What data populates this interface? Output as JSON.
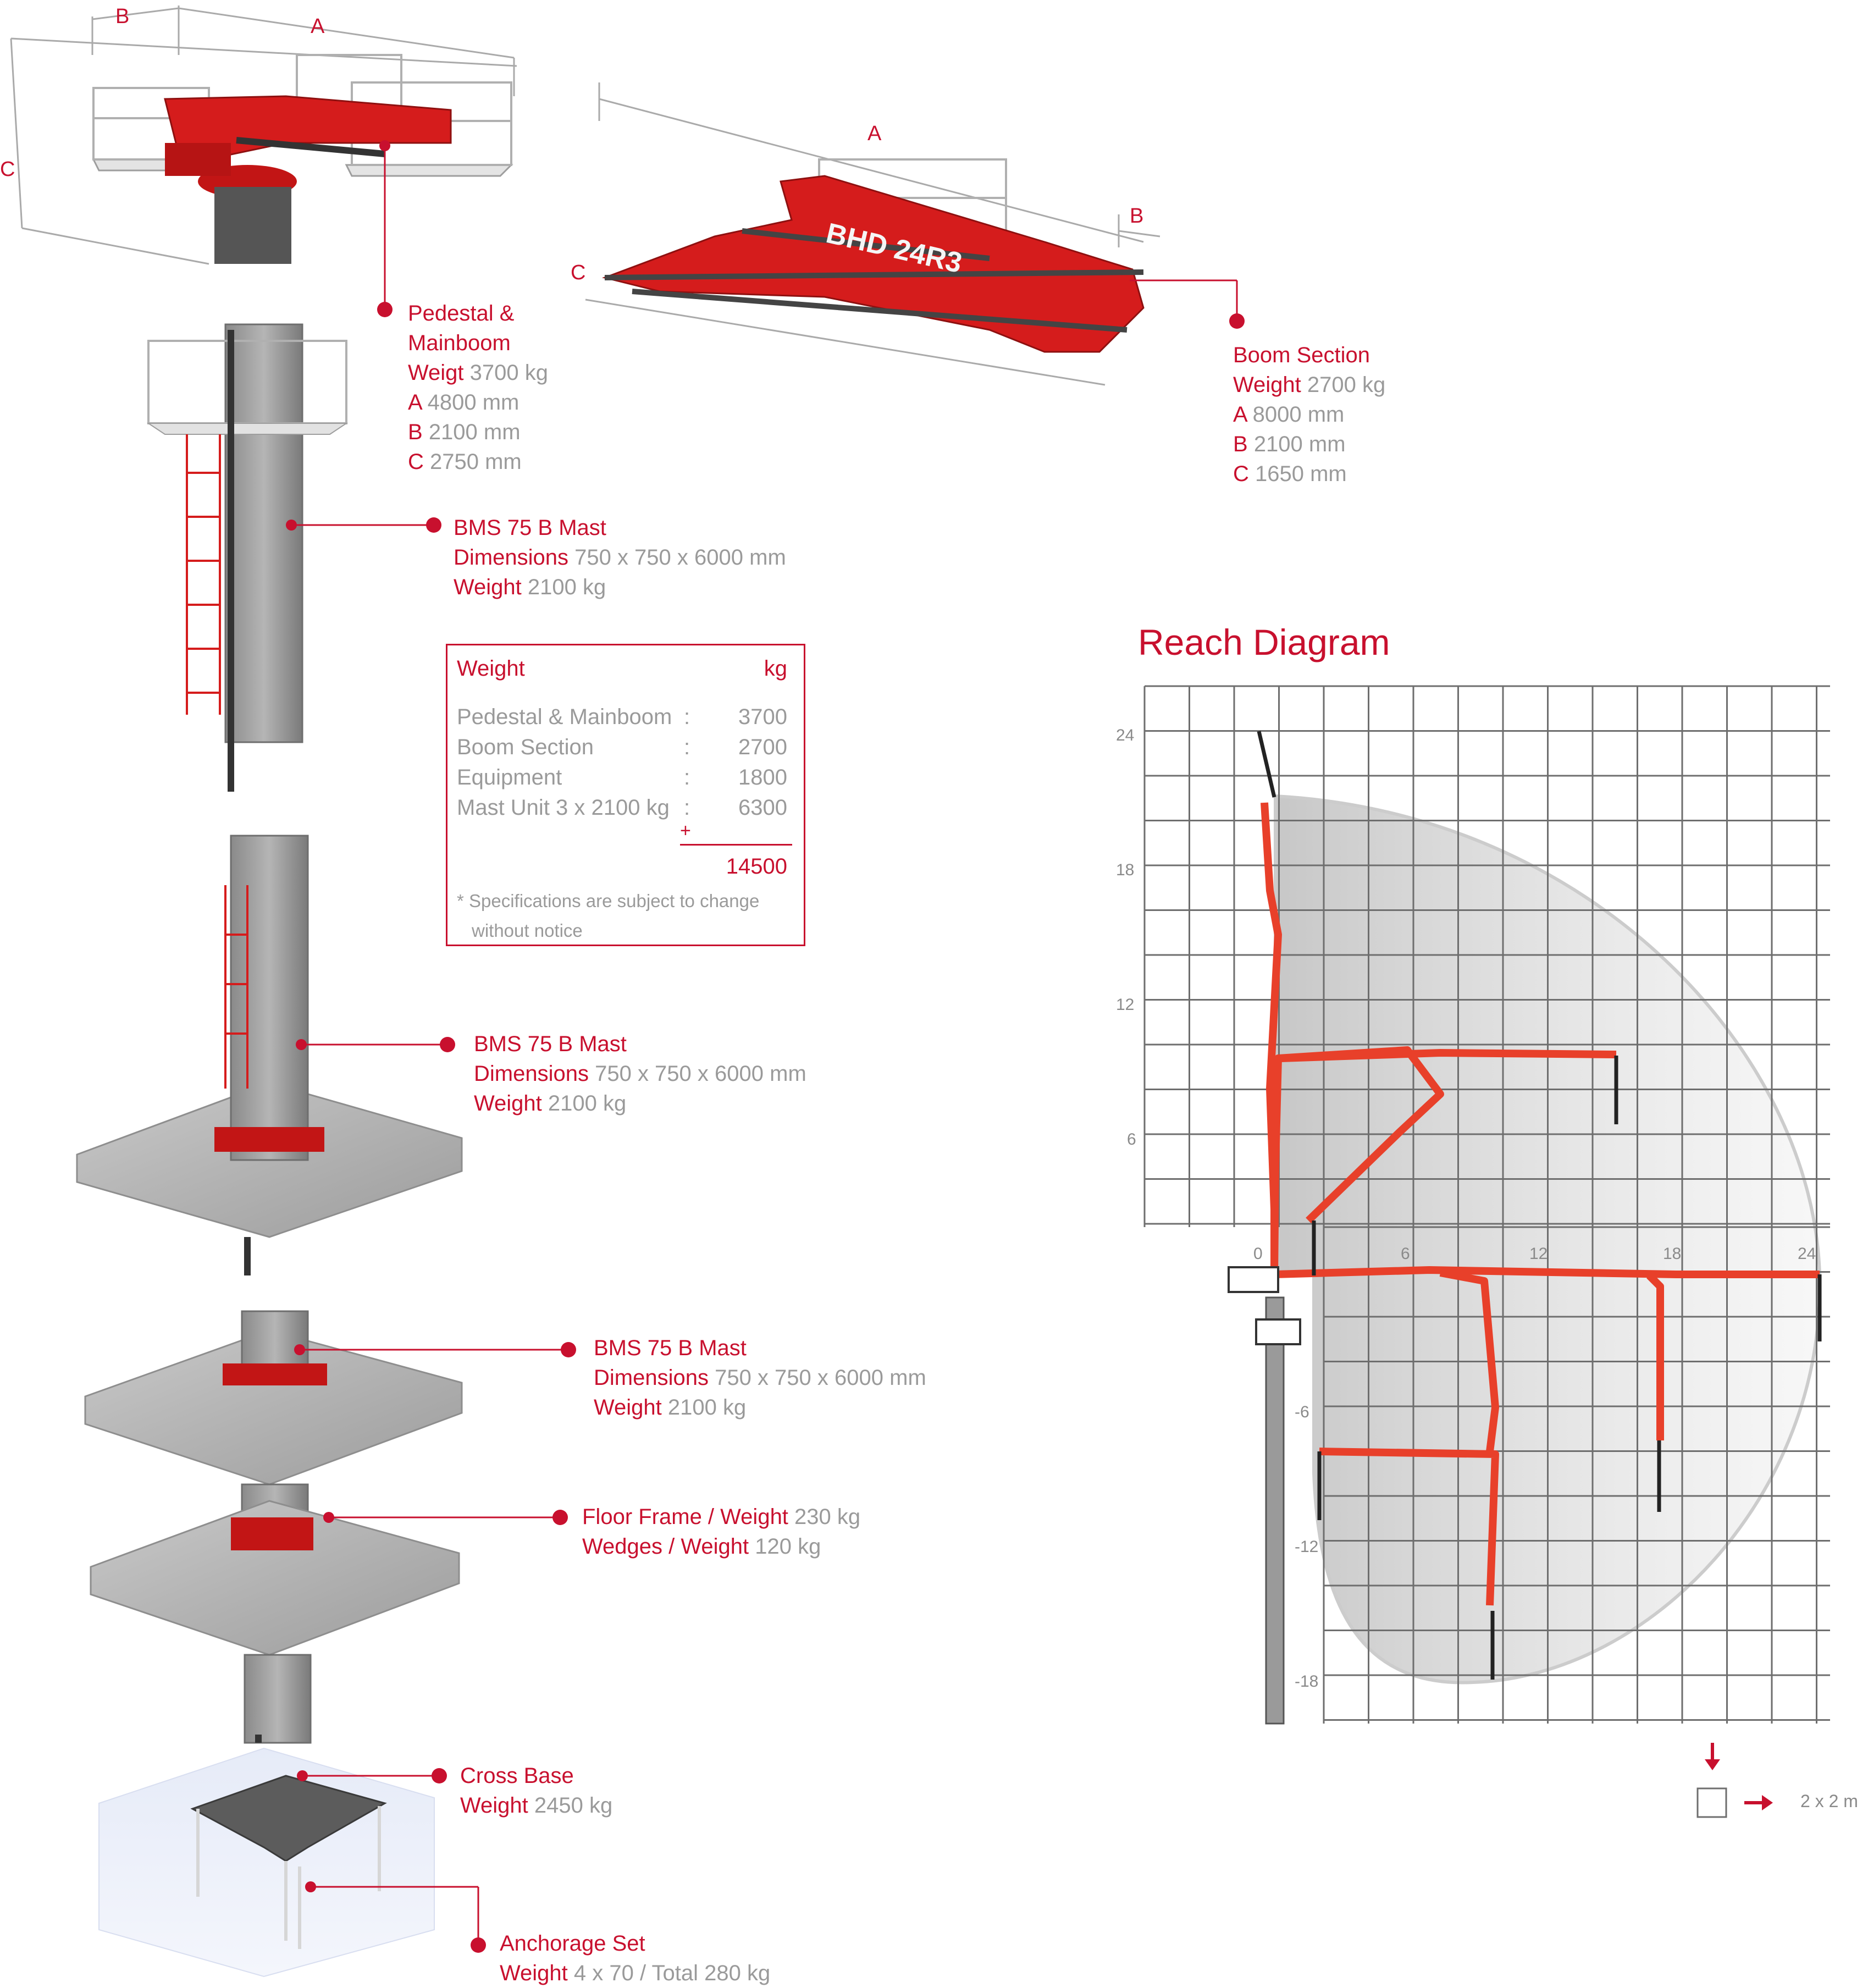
{
  "components": {
    "pedestal": {
      "title_1": "Pedestal &",
      "title_2": "Mainboom",
      "weight_label": "Weigt",
      "weight": "3700 kg",
      "a_label": "A",
      "a": "4800 mm",
      "b_label": "B",
      "b": "2100 mm",
      "c_label": "C",
      "c": "2750 mm"
    },
    "boom": {
      "title": "Boom Section",
      "weight_label": "Weight",
      "weight": "2700 kg",
      "a_label": "A",
      "a": "8000 mm",
      "b_label": "B",
      "b": "2100 mm",
      "c_label": "C",
      "c": "1650 mm",
      "brand": "BHD 24R3"
    },
    "mast1": {
      "title": "BMS 75 B Mast",
      "dim_label": "Dimensions",
      "dim": "750 x 750 x 6000 mm",
      "weight_label": "Weight",
      "weight": "2100 kg"
    },
    "mast2": {
      "title": "BMS 75 B Mast",
      "dim_label": "Dimensions",
      "dim": "750 x 750 x 6000 mm",
      "weight_label": "Weight",
      "weight": "2100 kg"
    },
    "mast3": {
      "title": "BMS 75 B Mast",
      "dim_label": "Dimensions",
      "dim": "750 x 750 x 6000 mm",
      "weight_label": "Weight",
      "weight": "2100 kg"
    },
    "floor": {
      "frame_label": "Floor Frame / Weight",
      "frame_weight": "230 kg",
      "wedges_label": "Wedges / Weight",
      "wedges_weight": "120 kg"
    },
    "cross_base": {
      "title": "Cross Base",
      "weight_label": "Weight",
      "weight": "2450 kg"
    },
    "anchorage": {
      "title": "Anchorage Set",
      "weight_label": "Weight",
      "weight": "4 x 70 / Total 280 kg"
    }
  },
  "dimension_letters": {
    "a": "A",
    "b": "B",
    "c": "C"
  },
  "weight_table": {
    "header": "Weight",
    "unit": "kg",
    "rows": [
      {
        "label": "Pedestal & Mainboom",
        "sep": ":",
        "value": "3700"
      },
      {
        "label": "Boom Section",
        "sep": ":",
        "value": "2700"
      },
      {
        "label": "Equipment",
        "sep": ":",
        "value": "1800"
      },
      {
        "label": "Mast Unit 3 x 2100 kg",
        "sep": ":",
        "value": "6300"
      }
    ],
    "plus": "+",
    "total": "14500",
    "note_1": "* Specifications are subject to change",
    "note_2": "without notice"
  },
  "reach": {
    "title": "Reach Diagram",
    "y_ticks": [
      "24",
      "18",
      "12",
      "6"
    ],
    "x_ticks": [
      "0",
      "6",
      "12",
      "18",
      "24"
    ],
    "neg_ticks": [
      "-6",
      "-12",
      "-18"
    ],
    "scale": "2 x 2 m",
    "max_reach_m": 24,
    "grid_cell_m": 2
  },
  "colors": {
    "accent": "#c8102e",
    "gray_text": "#9a9a9a",
    "grid": "#6e6e6e",
    "boom": "#e8402a"
  }
}
